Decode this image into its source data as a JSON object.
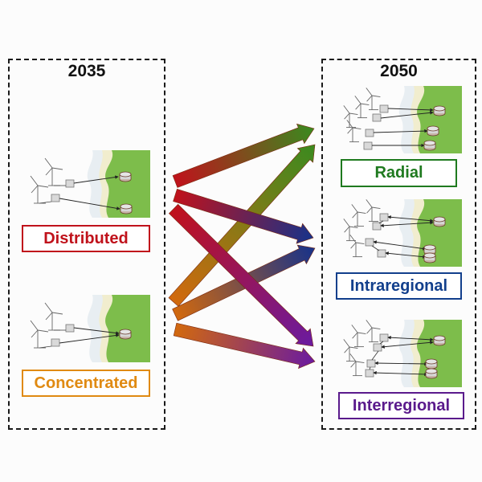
{
  "left_panel": {
    "year": "2035",
    "scenarios": [
      {
        "label": "Distributed",
        "color": "#c0121b",
        "links": "separate"
      },
      {
        "label": "Concentrated",
        "color": "#e08a12",
        "links": "merged"
      }
    ]
  },
  "right_panel": {
    "year": "2050",
    "topologies": [
      {
        "label": "Radial",
        "color": "#1f7a1f",
        "links": "one-way"
      },
      {
        "label": "Intraregional",
        "color": "#123f8c",
        "links": "bidirectional"
      },
      {
        "label": "Interregional",
        "color": "#5a1a8c",
        "links": "bidirectional-meshed"
      }
    ]
  },
  "transitions": [
    {
      "from": "Distributed",
      "to": "Radial"
    },
    {
      "from": "Distributed",
      "to": "Intraregional"
    },
    {
      "from": "Distributed",
      "to": "Interregional"
    },
    {
      "from": "Concentrated",
      "to": "Radial"
    },
    {
      "from": "Concentrated",
      "to": "Intraregional"
    },
    {
      "from": "Concentrated",
      "to": "Interregional"
    }
  ],
  "colors": {
    "land": "#7dbd4b",
    "sea": "#dfe8ee",
    "shore": "#f3ecc4"
  }
}
